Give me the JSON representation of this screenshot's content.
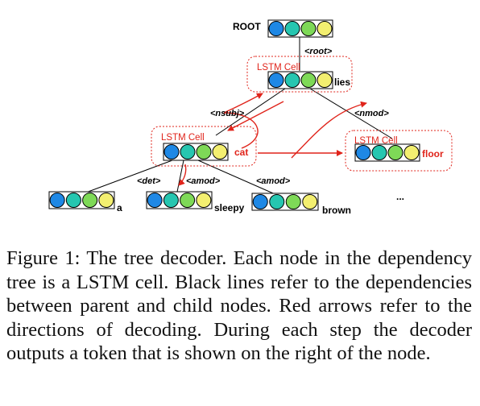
{
  "diagram": {
    "nodes": {
      "root": {
        "label": "ROOT"
      },
      "lies": {
        "cell_label": "LSTM Cell",
        "token": "lies"
      },
      "cat": {
        "cell_label": "LSTM Cell",
        "token": "cat"
      },
      "floor": {
        "cell_label": "LSTM Cell",
        "token": "floor"
      },
      "a": {
        "token": "a"
      },
      "sleepy": {
        "token": "sleepy"
      },
      "brown": {
        "token": "brown"
      },
      "ellipsis": "..."
    },
    "edges": {
      "root": "<root>",
      "nsubj": "<nsubj>",
      "nmod": "<nmod>",
      "det": "<det>",
      "amod_1": "<amod>",
      "amod_2": "<amod>"
    },
    "colors": {
      "circle_1": "#1e88e5",
      "circle_2": "#26c6b0",
      "circle_3": "#7ed957",
      "circle_4": "#f3ef70",
      "decode_arrow": "#e0241b",
      "dependency_line": "#000000"
    }
  },
  "caption": "Figure 1: The tree decoder. Each node in the dependency tree is a LSTM cell. Black lines refer to the dependencies between parent and child nodes. Red arrows refer to the directions of decoding. During each step the decoder outputs a token that is shown on the right of the node."
}
